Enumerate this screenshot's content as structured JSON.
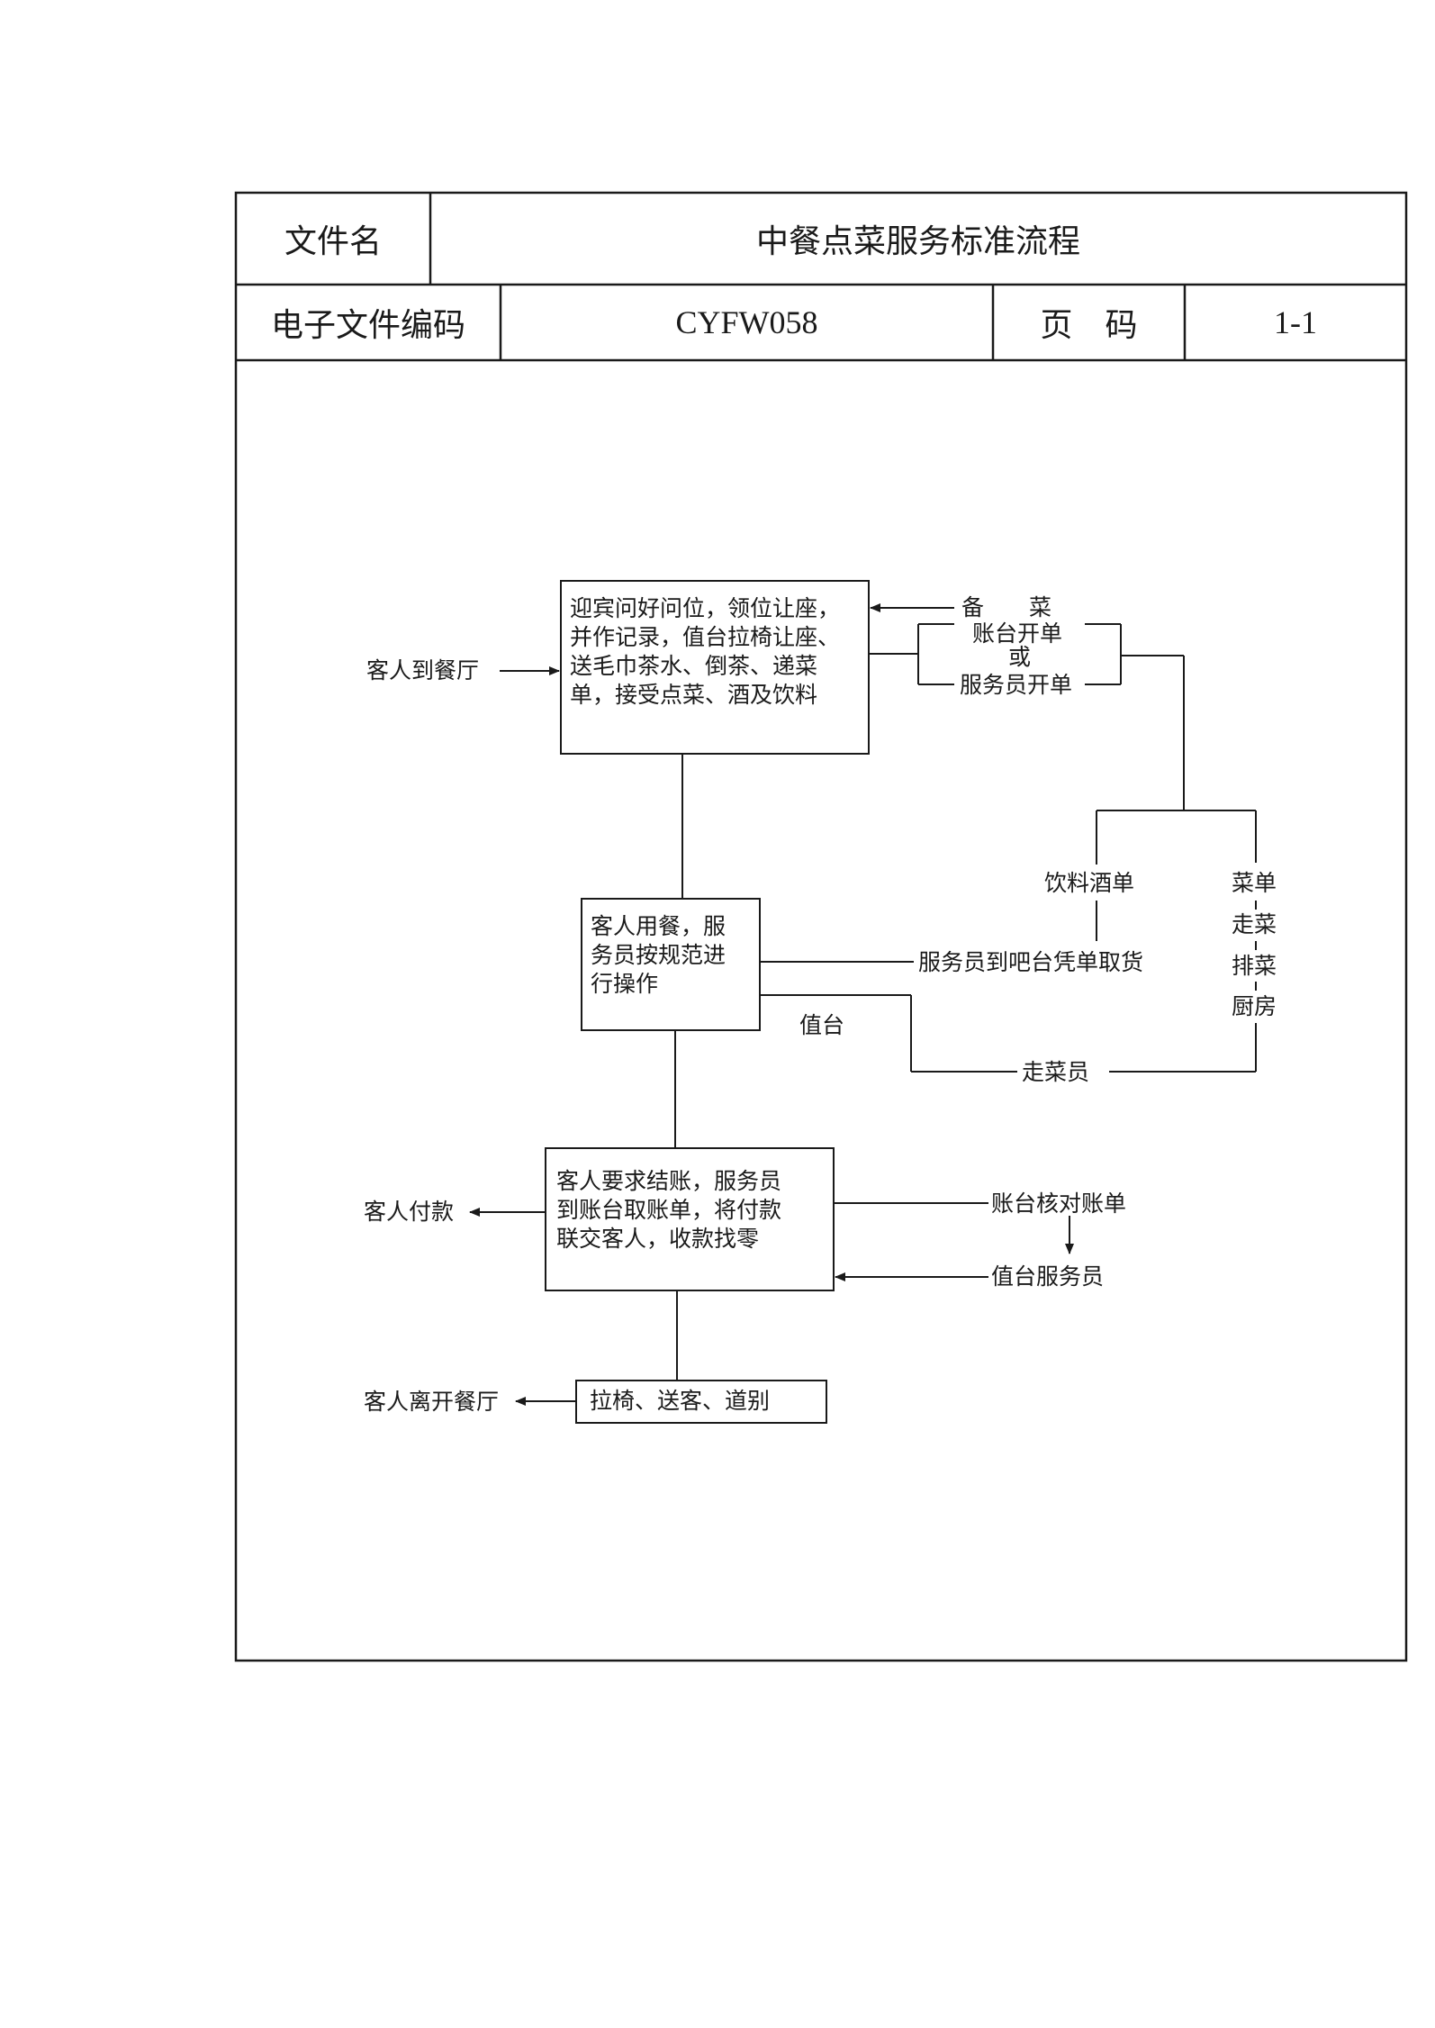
{
  "header": {
    "file_name_label": "文件名",
    "file_name_value": "中餐点菜服务标准流程",
    "code_label": "电子文件编码",
    "code_value": "CYFW058",
    "page_label": "页　码",
    "page_value": "1-1"
  },
  "flow": {
    "step1": "迎宾问好问位，领位让座，\n并作记录，值台拉椅让座、\n送毛巾茶水、倒茶、递菜\n单，接受点菜、酒及饮料",
    "step2": "客人用餐，服\n务员按规范进\n行操作",
    "step3": "客人要求结账，服务员\n到账台取账单，将付款\n联交客人，收款找零",
    "step4": "拉椅、送客、道别",
    "guest_arrives": "客人到餐厅",
    "guest_pays": "客人付款",
    "guest_leaves": "客人离开餐厅",
    "prepare_dish": "备　　菜",
    "cashier_order": "账台开单",
    "or_label": "或",
    "waiter_order": "服务员开单",
    "drinks_order": "饮料酒单",
    "dish_order_col": [
      "菜单",
      "走菜",
      "排菜",
      "厨房"
    ],
    "bar_pickup": "服务员到吧台凭单取货",
    "station": "值台",
    "runner": "走菜员",
    "cashier_check": "账台核对账单",
    "station_waiter": "值台服务员"
  }
}
